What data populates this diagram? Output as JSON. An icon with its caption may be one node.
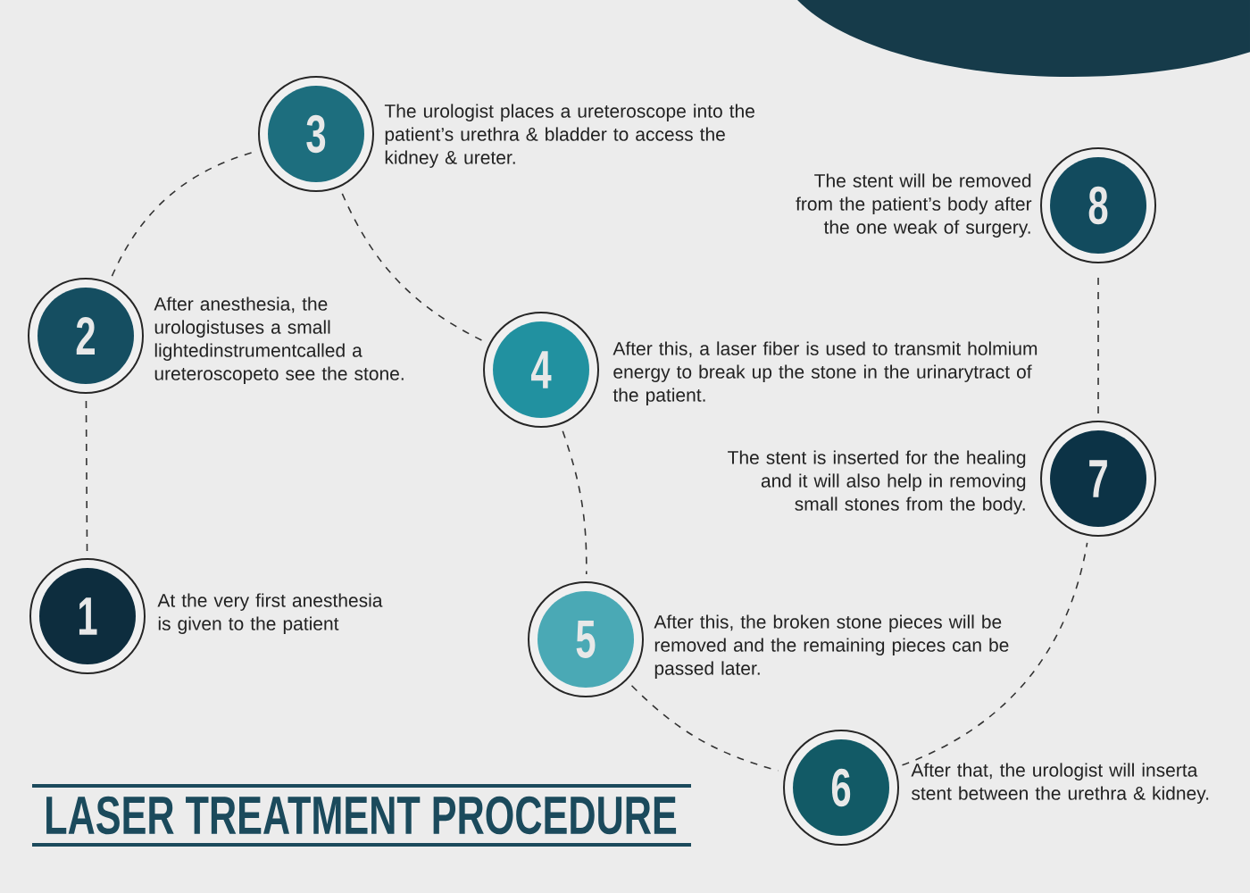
{
  "diagram": {
    "title": "LASER TREATMENT PROCEDURE",
    "nodes": [
      {
        "text": [
          "1"
        ],
        "beside": [
          "At the very first anesthesia is given to the patient"
        ]
      },
      {
        "text": [
          "2"
        ],
        "beside": [
          "After  anesthesia, the urologistuses a small lightedinstrumentcalled a ureteroscopeto see the stone."
        ]
      },
      {
        "text": [
          "3"
        ],
        "beside": [
          "The urologist places a ureteroscope into the patient’s urethra & bladder to access the kidney & ureter."
        ]
      },
      {
        "text": [
          "4"
        ],
        "beside": [
          "After this, a laser fiber is used to transmit holmium energy to break up the stone in the urinarytract of the patient."
        ]
      },
      {
        "text": [
          "5"
        ],
        "beside": [
          "After this, the broken stone pieces will be removed and the remaining pieces can be passed later."
        ]
      },
      {
        "text": [
          "6"
        ],
        "beside": [
          "After that, the urologist will inserta stent between the urethra & kidney."
        ]
      },
      {
        "text": [
          "7"
        ],
        "beside": [
          "The stent is inserted for the healing and it will also help in removing small stones from the body."
        ]
      },
      {
        "text": [
          "8"
        ],
        "beside": [
          "The stent will be removed from the patient’s body after the one weak of surgery."
        ]
      }
    ],
    "edges": [
      {
        "from": 0,
        "to": 1,
        "arrow": "none",
        "style": "dashed"
      },
      {
        "from": 1,
        "to": 2,
        "arrow": "none",
        "style": "dashed"
      },
      {
        "from": 2,
        "to": 3,
        "arrow": "none",
        "style": "dashed"
      },
      {
        "from": 3,
        "to": 4,
        "arrow": "none",
        "style": "dashed"
      },
      {
        "from": 4,
        "to": 5,
        "arrow": "none",
        "style": "dashed"
      },
      {
        "from": 5,
        "to": 6,
        "arrow": "none",
        "style": "dashed"
      },
      {
        "from": 6,
        "to": 7,
        "arrow": "none",
        "style": "dashed"
      }
    ]
  }
}
